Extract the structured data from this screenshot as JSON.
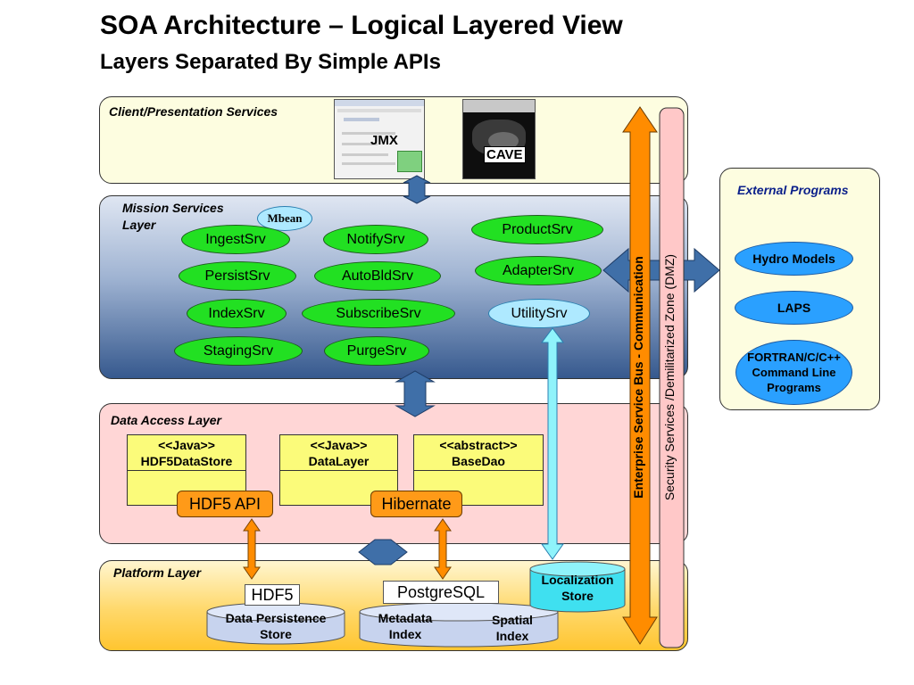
{
  "title": "SOA Architecture – Logical Layered View",
  "subtitle": "Layers Separated By Simple APIs",
  "layers": {
    "client": "Client/Presentation Services",
    "mission": "Mission Services Layer",
    "data_access": "Data Access Layer",
    "platform": "Platform Layer"
  },
  "client_apps": {
    "jmx": "JMX",
    "cave": "CAVE"
  },
  "mbean": "Mbean",
  "services": {
    "ingest": "IngestSrv",
    "notify": "NotifySrv",
    "product": "ProductSrv",
    "persist": "PersistSrv",
    "autobld": "AutoBldSrv",
    "adapter": "AdapterSrv",
    "index": "IndexSrv",
    "subscribe": "SubscribeSrv",
    "utility": "UtilitySrv",
    "staging": "StagingSrv",
    "purge": "PurgeSrv"
  },
  "data_classes": [
    {
      "stereotype": "<<Java>>",
      "name": "HDF5DataStore"
    },
    {
      "stereotype": "<<Java>>",
      "name": "DataLayer"
    },
    {
      "stereotype": "<<abstract>>",
      "name": "BaseDao"
    }
  ],
  "apis": {
    "hdf5_api": "HDF5 API",
    "hibernate": "Hibernate"
  },
  "platform": {
    "hdf5": "HDF5",
    "postgresql": "PostgreSQL",
    "data_persistence_store": "Data Persistence Store",
    "metadata_index": "Metadata Index",
    "spatial_index": "Spatial Index",
    "localization_store": "Localization Store"
  },
  "bus": {
    "esb": "Enterprise Service Bus - Communication",
    "security": "Security Services /Demilitarized Zone (DMZ)"
  },
  "external": {
    "title": "External Programs",
    "hydro": "Hydro Models",
    "laps": "LAPS",
    "fortran": "FORTRAN/C/C++ Command Line Programs"
  },
  "colors": {
    "client_bg": "#fdfde0",
    "mission_top": "#dfe6f2",
    "mission_bottom": "#36598e",
    "data_access_bg": "#ffd6d6",
    "platform_top": "#fff6d0",
    "platform_bottom": "#ffc530",
    "service_green": "#22e022",
    "esb_orange": "#ff8c00",
    "dmz_pink": "#ffc8c8",
    "connector_blue": "#3f6fa8",
    "localization_cyan": "#3fe0f0"
  }
}
